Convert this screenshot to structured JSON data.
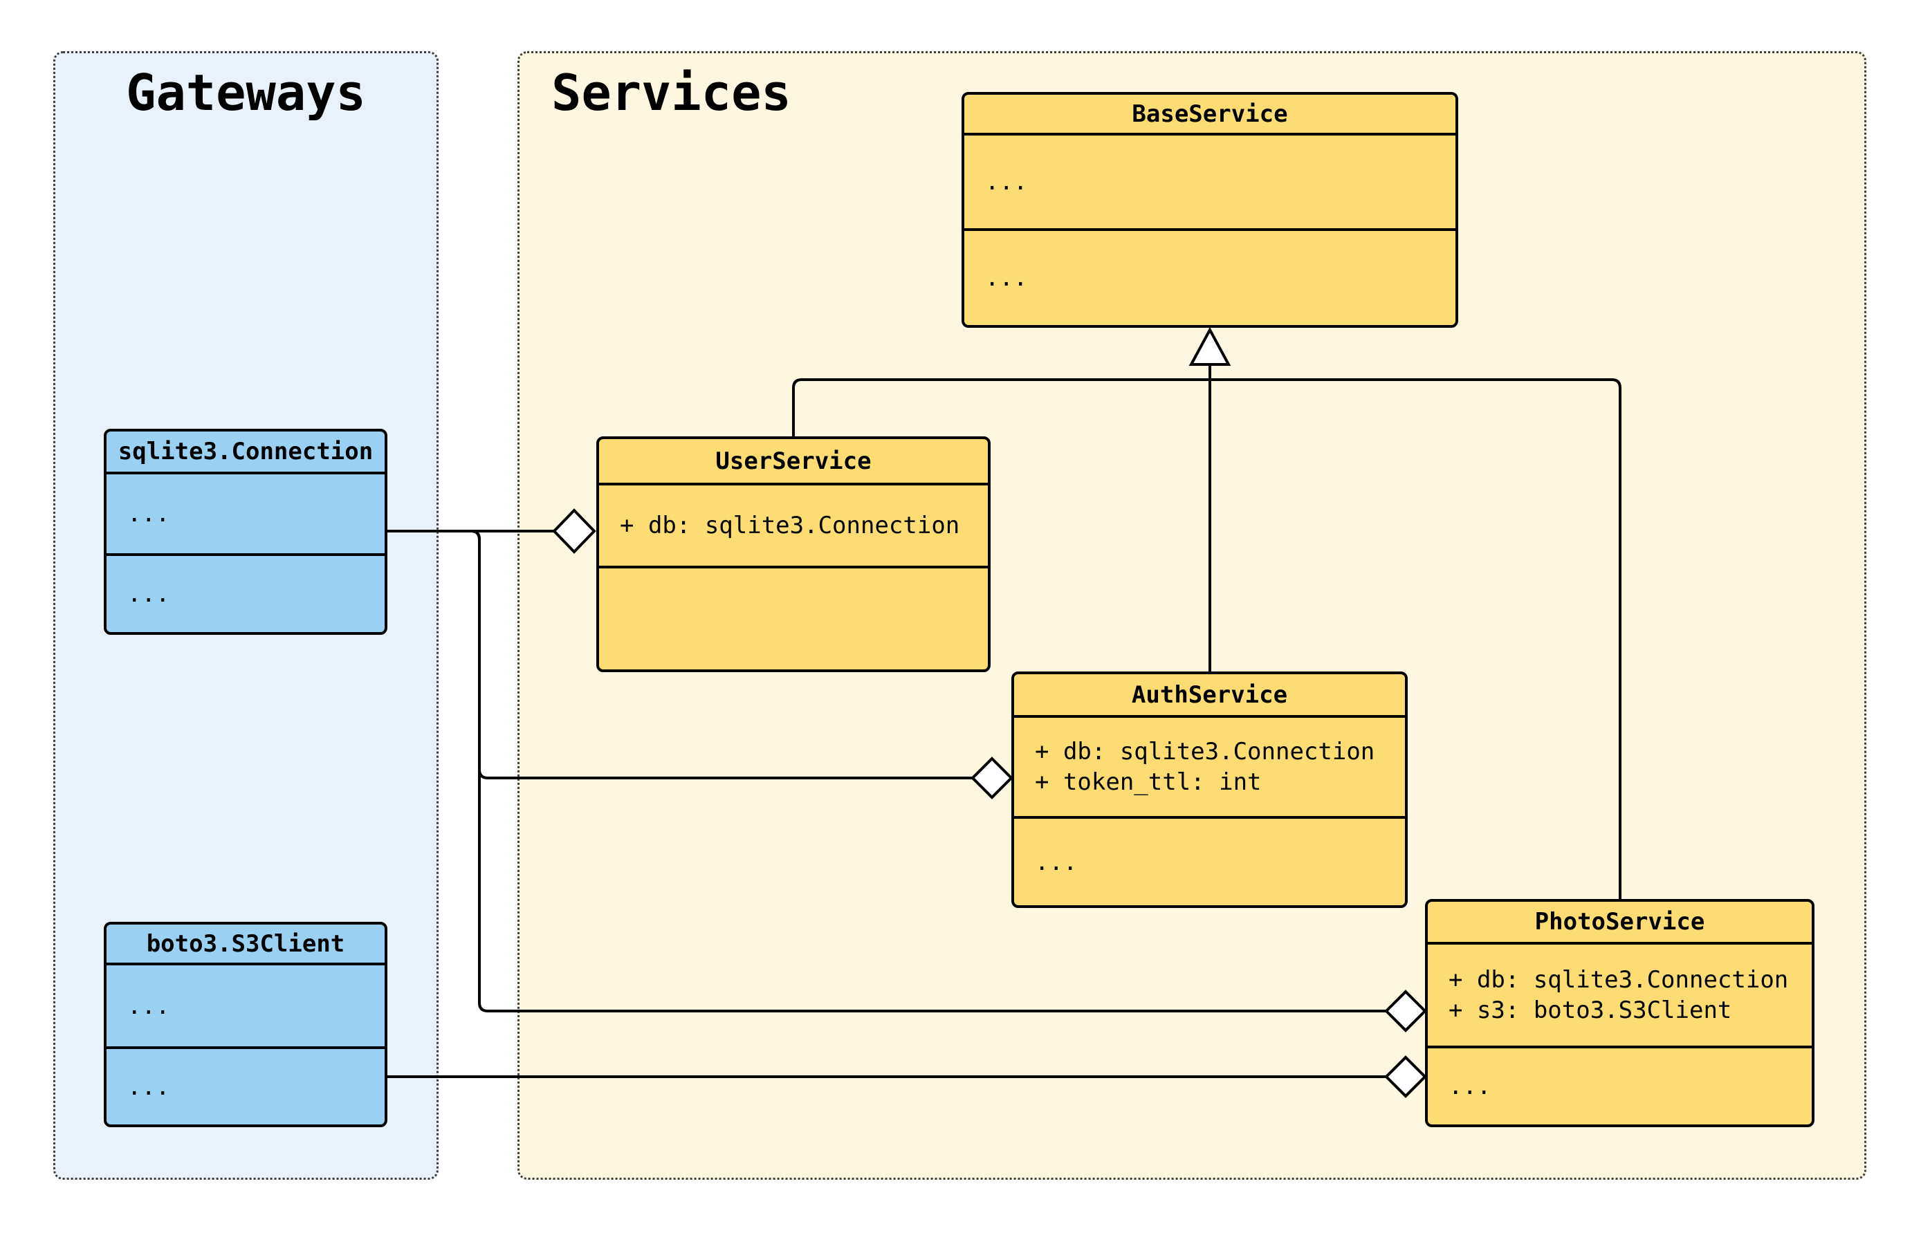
{
  "diagram_type": "uml-class-diagram",
  "panels": {
    "gateways": {
      "title": "Gateways"
    },
    "services": {
      "title": "Services"
    }
  },
  "classes": {
    "base_service": {
      "title": "BaseService",
      "attributes": [
        "..."
      ],
      "methods": [
        "..."
      ]
    },
    "sqlite3_connection": {
      "title": "sqlite3.Connection",
      "attributes": [
        "..."
      ],
      "methods": [
        "..."
      ]
    },
    "user_service": {
      "title": "UserService",
      "attributes": [
        "+ db: sqlite3.Connection"
      ],
      "methods": []
    },
    "auth_service": {
      "title": "AuthService",
      "attributes": [
        "+ db: sqlite3.Connection",
        "+ token_ttl: int"
      ],
      "methods": [
        "..."
      ]
    },
    "photo_service": {
      "title": "PhotoService",
      "attributes": [
        "+ db: sqlite3.Connection",
        "+ s3: boto3.S3Client"
      ],
      "methods": [
        "..."
      ]
    },
    "boto3_s3client": {
      "title": "boto3.S3Client",
      "attributes": [
        "..."
      ],
      "methods": [
        "..."
      ]
    }
  },
  "relationships": [
    {
      "type": "inheritance",
      "from": "UserService",
      "to": "BaseService"
    },
    {
      "type": "inheritance",
      "from": "AuthService",
      "to": "BaseService"
    },
    {
      "type": "inheritance",
      "from": "PhotoService",
      "to": "BaseService"
    },
    {
      "type": "aggregation",
      "from": "UserService",
      "to": "sqlite3.Connection"
    },
    {
      "type": "aggregation",
      "from": "AuthService",
      "to": "sqlite3.Connection"
    },
    {
      "type": "aggregation",
      "from": "PhotoService",
      "to": "sqlite3.Connection"
    },
    {
      "type": "aggregation",
      "from": "PhotoService",
      "to": "boto3.S3Client"
    }
  ],
  "colors": {
    "yellow_fill": "#FDDD73",
    "blue_fill": "#9AD1F3",
    "gateways_bg": "#E9F1FA",
    "services_bg": "#FDF6E0",
    "line_color": "#000000",
    "panel_border": "#3D3D3D",
    "text_color": "#000000"
  }
}
